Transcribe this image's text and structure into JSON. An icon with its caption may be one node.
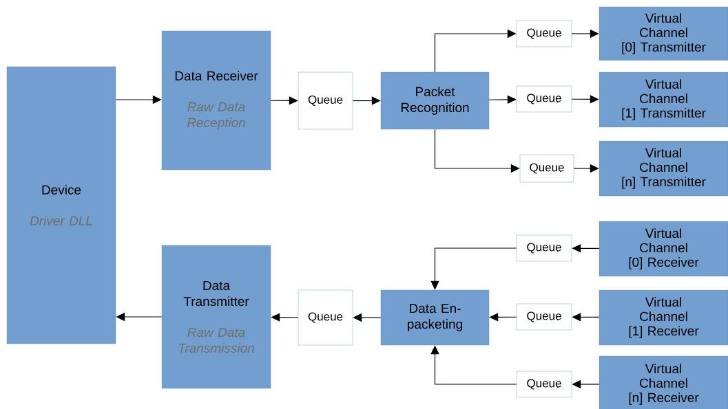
{
  "diagram": {
    "nodes": [
      {
        "text": [
          "Device",
          "Driver DLL"
        ]
      },
      {
        "text": [
          "Data Receiver",
          "Raw Data Reception"
        ]
      },
      {
        "text": [
          "Queue"
        ]
      },
      {
        "text": [
          "Packet Recognition"
        ]
      },
      {
        "text": [
          "Queue"
        ]
      },
      {
        "text": [
          "Queue"
        ]
      },
      {
        "text": [
          "Queue"
        ]
      },
      {
        "text": [
          "Virtual Channel [0] Transmitter"
        ]
      },
      {
        "text": [
          "Virtual Channel [1] Transmitter"
        ]
      },
      {
        "text": [
          "Virtual Channel [n] Transmitter"
        ]
      },
      {
        "text": [
          "Virtual Channel [0] Receiver"
        ]
      },
      {
        "text": [
          "Virtual Channel [1] Receiver"
        ]
      },
      {
        "text": [
          "Virtual Channel [n] Receiver"
        ]
      },
      {
        "text": [
          "Queue"
        ]
      },
      {
        "text": [
          "Queue"
        ]
      },
      {
        "text": [
          "Queue"
        ]
      },
      {
        "text": [
          "Data En-packeting"
        ]
      },
      {
        "text": [
          "Queue"
        ]
      },
      {
        "text": [
          "Data Transmitter",
          "Raw Data Transmission"
        ]
      }
    ],
    "edges": [
      {
        "from": 0,
        "to": 1,
        "arrow": "to"
      },
      {
        "from": 1,
        "to": 2,
        "arrow": "to"
      },
      {
        "from": 2,
        "to": 3,
        "arrow": "to"
      },
      {
        "from": 3,
        "to": 4,
        "arrow": "to"
      },
      {
        "from": 3,
        "to": 5,
        "arrow": "to"
      },
      {
        "from": 3,
        "to": 6,
        "arrow": "to"
      },
      {
        "from": 4,
        "to": 7,
        "arrow": "to"
      },
      {
        "from": 5,
        "to": 8,
        "arrow": "to"
      },
      {
        "from": 6,
        "to": 9,
        "arrow": "to"
      },
      {
        "from": 10,
        "to": 13,
        "arrow": "to"
      },
      {
        "from": 11,
        "to": 14,
        "arrow": "to"
      },
      {
        "from": 12,
        "to": 15,
        "arrow": "to"
      },
      {
        "from": 13,
        "to": 16,
        "arrow": "to"
      },
      {
        "from": 14,
        "to": 16,
        "arrow": "to"
      },
      {
        "from": 15,
        "to": 16,
        "arrow": "to"
      },
      {
        "from": 16,
        "to": 17,
        "arrow": "to"
      },
      {
        "from": 17,
        "to": 18,
        "arrow": "to"
      },
      {
        "from": 18,
        "to": 0,
        "arrow": "to"
      }
    ]
  }
}
